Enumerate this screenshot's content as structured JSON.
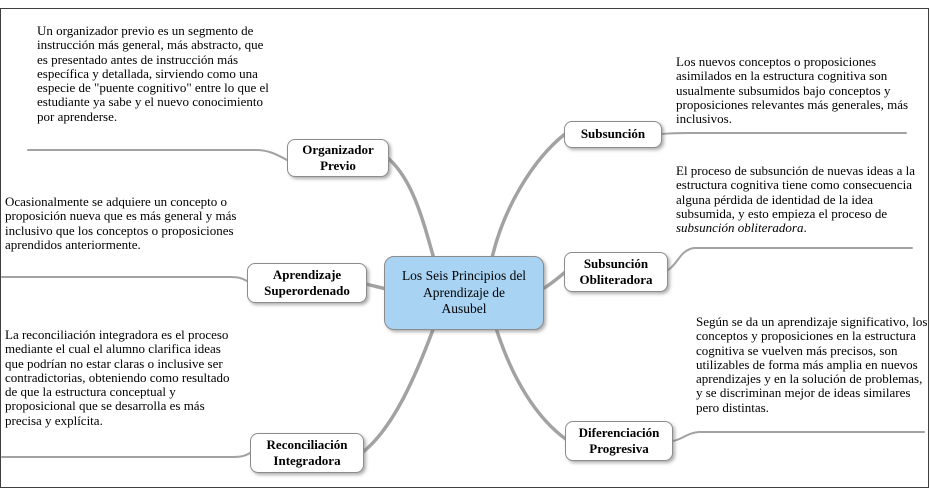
{
  "center": {
    "label": "Los Seis Principios del Aprendizaje de Ausubel"
  },
  "branches": [
    {
      "label": "Organizador Previo",
      "description": "Un organizador previo es un segmento de instrucción más general, más abstracto, que es presentado antes de instrucción más específica y detallada, sirviendo como una especie de \"puente cognitivo\" entre lo que el estudiante ya sabe y el nuevo conocimiento por aprenderse."
    },
    {
      "label": "Aprendizaje Superordenado",
      "description": "Ocasionalmente se adquiere un concepto o proposición nueva que es más general y más inclusivo que los conceptos o proposiciones aprendidos anteriormente."
    },
    {
      "label": "Reconciliación Integradora",
      "description": "La reconciliación integradora es el proceso mediante el cual el alumno clarifica ideas que podrían no estar claras o inclusive ser contradictorias, obteniendo como resultado de que la estructura conceptual y proposicional que se desarrolla es más precisa y explícita."
    },
    {
      "label": "Subsunción",
      "description": "Los nuevos conceptos o proposiciones asimilados en la estructura cognitiva son usualmente subsumidos bajo conceptos y proposiciones relevantes más generales, más inclusivos."
    },
    {
      "label": "Subsunción Obliteradora",
      "description_prefix": "El proceso de subsunción de nuevas ideas a la estructura cognitiva tiene como consecuencia alguna pérdida de identidad de la idea subsumida, y esto empieza el proceso de ",
      "description_italic": "subsunción obliteradora",
      "description_suffix": "."
    },
    {
      "label": "Diferenciación Progresiva",
      "description": "Según se da un aprendizaje significativo, los conceptos y proposiciones en la estructura cognitiva se vuelven más precisos, son utilizables de forma más amplia en nuevos aprendizajes y en la solución de problemas, y se discriminan mejor de ideas similares pero distintas."
    }
  ],
  "colors": {
    "center_fill": "#a8d3f3",
    "node_fill": "#ffffff",
    "node_border": "#8c8c8c",
    "edge": "#a2a2a2",
    "frame_border": "#3f3f3f"
  }
}
